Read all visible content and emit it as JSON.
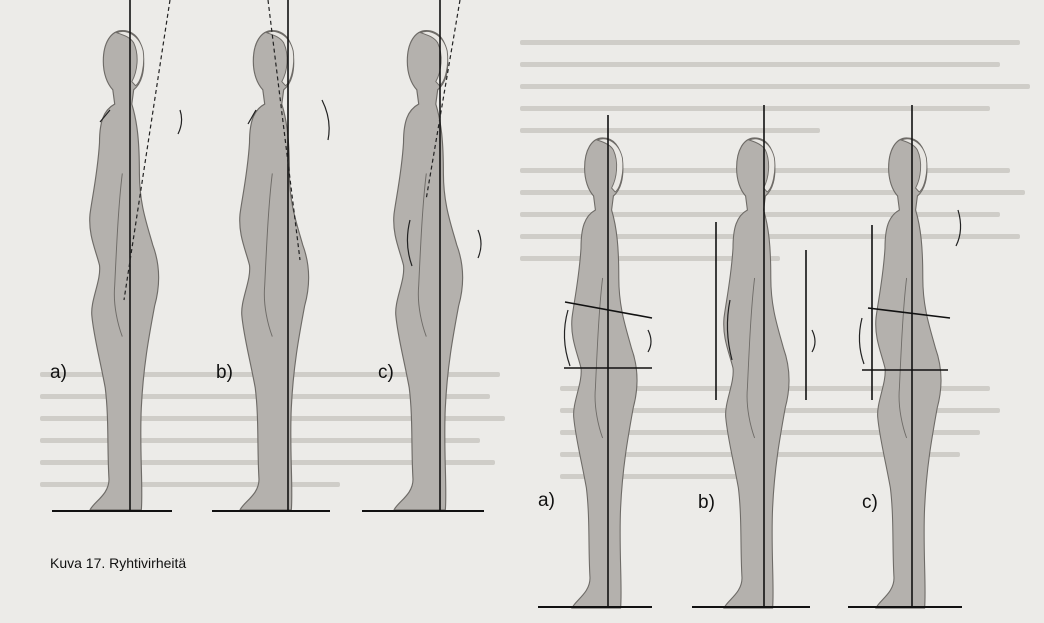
{
  "figure": {
    "caption": "Kuva 17. Ryhtivirheitä",
    "labels_top": [
      "a)",
      "b)",
      "c)"
    ],
    "labels_bottom": [
      "a)",
      "b)",
      "c)"
    ]
  }
}
